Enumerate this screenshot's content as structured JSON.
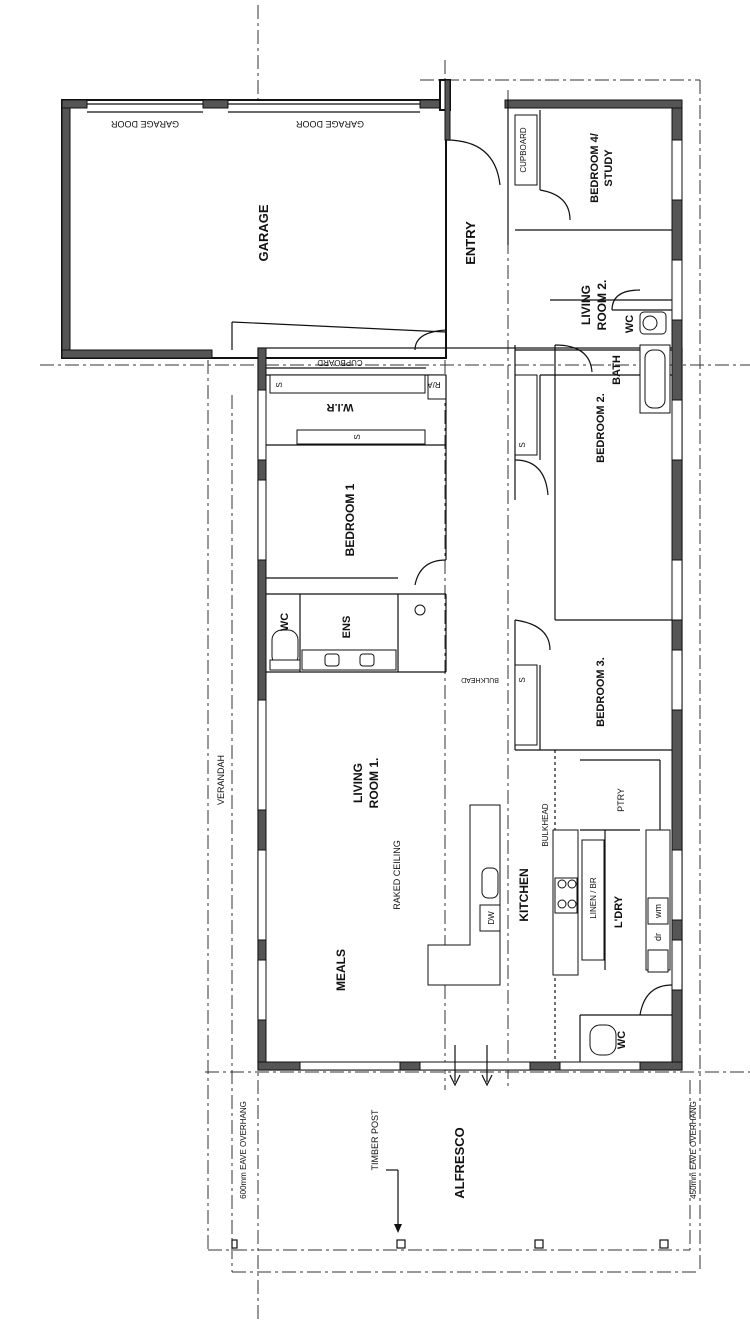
{
  "labels": {
    "garage_door_1": "GARAGE DOOR",
    "garage_door_2": "GARAGE DOOR",
    "garage": "GARAGE",
    "entry": "ENTRY",
    "cupboard_entry": "CUPBOARD",
    "cupboard_hall": "CUPBOARD",
    "bedroom4": "BEDROOM 4/",
    "bedroom4_b": "STUDY",
    "living2": "LIVING",
    "living2_b": "ROOM 2.",
    "bedroom2": "BEDROOM 2.",
    "wir": "W.I.R",
    "ra": "R/A",
    "bedroom1": "BEDROOM 1",
    "wc_bed": "WC",
    "bath": "BATH",
    "ens": "ENS",
    "wc_ens": "WC",
    "bulkhead_1": "BULKHEAD",
    "bedroom3": "BEDROOM 3.",
    "living1": "LIVING",
    "living1_b": "ROOM 1.",
    "raked": "RAKED CEILING",
    "bulkhead_2": "BULKHEAD",
    "ptry": "PTRY",
    "kitchen": "KITCHEN",
    "linen": "LINEN / BR",
    "laundry": "L'DRY",
    "dw": "DW",
    "dr": "dr",
    "wm": "wm",
    "meals": "MEALS",
    "wc_ldry": "WC",
    "verandah": "VERANDAH",
    "timber_post": "TIMBER POST",
    "alfresco": "ALFRESCO",
    "eave_600": "600mm EAVE OVERHANG",
    "eave_450": "450mm EAVE OVERHANG",
    "shelf_s": "S"
  }
}
